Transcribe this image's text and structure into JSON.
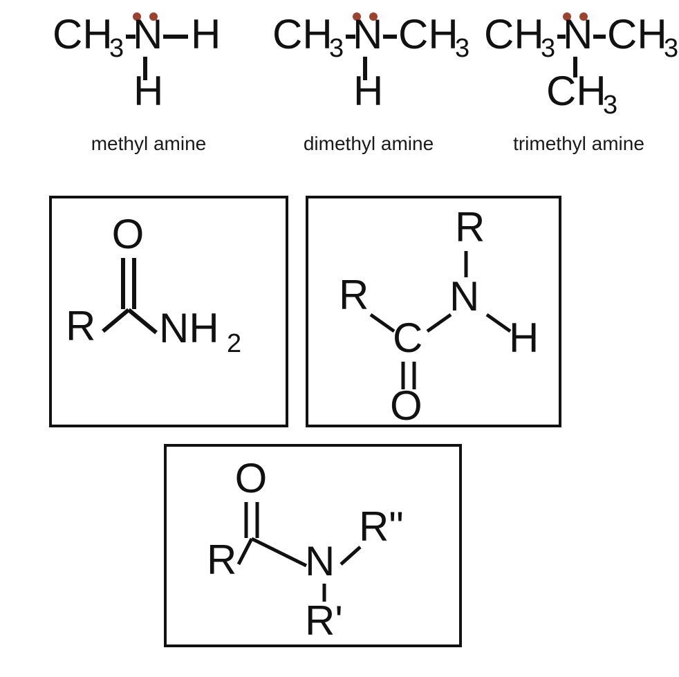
{
  "figure": {
    "title": "Amines and amides structural formulas",
    "background_color": "#ffffff",
    "nitrogen_amine_color": "#9C4330",
    "nitrogen_amide_color": "#FF0000",
    "atom_color": "#111111",
    "box_border_color": "#111111"
  },
  "amines": [
    {
      "caption": "methyl amine",
      "center_atom": "N",
      "lone_pair_dots": 2,
      "left_group": "CH",
      "left_group_sub": "3",
      "right_group": "H",
      "right_group_sub": "",
      "bottom_group": "H",
      "bottom_group_sub": ""
    },
    {
      "caption": "dimethyl amine",
      "center_atom": "N",
      "lone_pair_dots": 2,
      "left_group": "CH",
      "left_group_sub": "3",
      "right_group": "CH",
      "right_group_sub": "3",
      "bottom_group": "H",
      "bottom_group_sub": ""
    },
    {
      "caption": "trimethyl amine",
      "center_atom": "N",
      "lone_pair_dots": 2,
      "left_group": "CH",
      "left_group_sub": "3",
      "right_group": "CH",
      "right_group_sub": "3",
      "bottom_group": "CH",
      "bottom_group_sub": "3"
    }
  ],
  "amide_boxes": [
    {
      "id": "primary-amide",
      "labels": {
        "r_group": "R",
        "oxygen": "O",
        "amine_group": "NH",
        "amine_sub": "2"
      },
      "nitrogen_color": "#111111",
      "carbonyl_shown_as_vertex": true,
      "double_bond": "C=O"
    },
    {
      "id": "secondary-amide",
      "labels": {
        "r_group_left": "R",
        "carbon": "C",
        "oxygen": "O",
        "nitrogen": "N",
        "r_group_top": "R",
        "hydrogen": "H"
      },
      "nitrogen_color": "#FF0000",
      "carbonyl_shown_as_vertex": false,
      "double_bond": "C=O"
    },
    {
      "id": "tertiary-amide",
      "labels": {
        "r_group_left": "R",
        "oxygen": "O",
        "nitrogen": "N",
        "r_group_prime": "R'",
        "r_group_double_prime": "R\""
      },
      "nitrogen_color": "#111111",
      "carbonyl_shown_as_vertex": true,
      "double_bond": "C=O"
    }
  ]
}
